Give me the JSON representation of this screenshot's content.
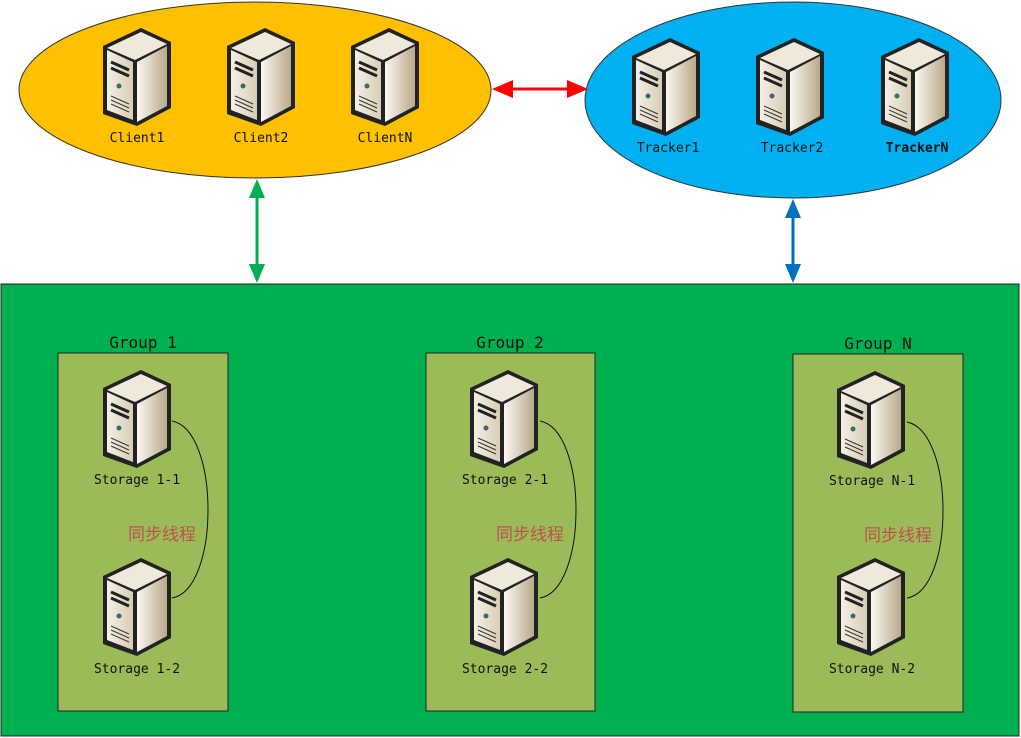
{
  "clients": {
    "items": [
      {
        "label": "Client1"
      },
      {
        "label": "Client2"
      },
      {
        "label": "ClientN"
      }
    ],
    "color": "#ffc000"
  },
  "trackers": {
    "items": [
      {
        "label": "Tracker1"
      },
      {
        "label": "Tracker2"
      },
      {
        "label": "TrackerN"
      }
    ],
    "color": "#00b0f0"
  },
  "storage_area": {
    "color": "#00b050"
  },
  "groups": [
    {
      "title": "Group 1",
      "storages": [
        "Storage 1-1",
        "Storage 1-2"
      ],
      "sync_label": "同步线程"
    },
    {
      "title": "Group 2",
      "storages": [
        "Storage 2-1",
        "Storage 2-2"
      ],
      "sync_label": "同步线程"
    },
    {
      "title": "Group N",
      "storages": [
        "Storage N-1",
        "Storage N-2"
      ],
      "sync_label": "同步线程"
    }
  ],
  "arrows": {
    "client_tracker": "#ff0000",
    "client_storage": "#00b050",
    "tracker_storage": "#0070c0"
  },
  "group_fill": "#9bbb59"
}
